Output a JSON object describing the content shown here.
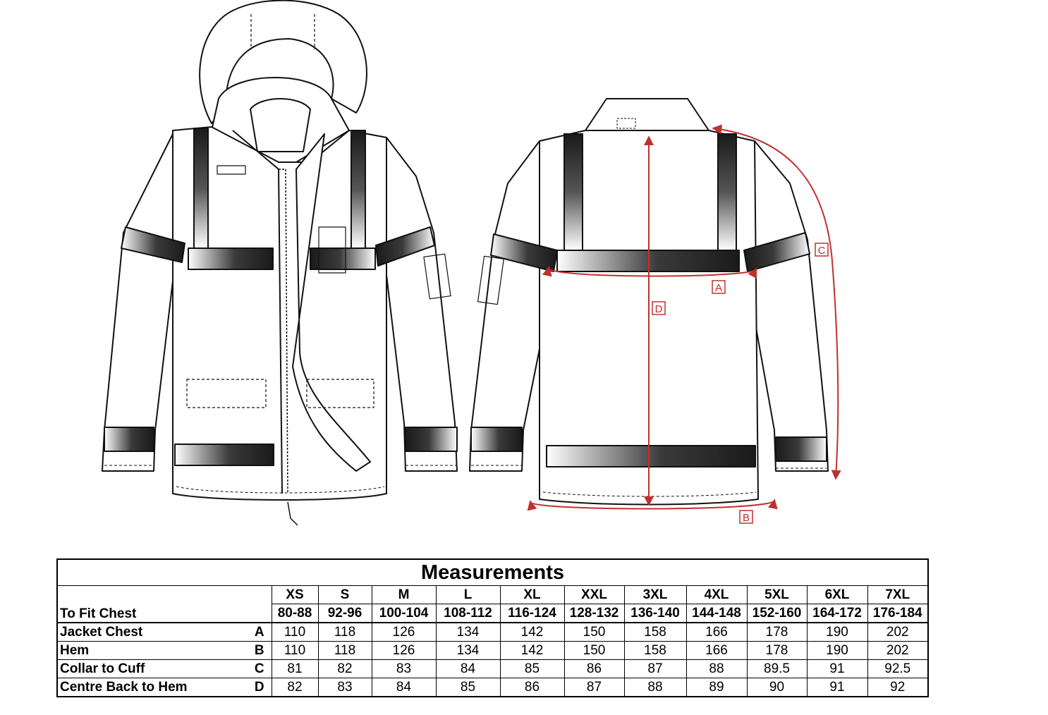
{
  "diagram": {
    "markers": [
      "A",
      "B",
      "C",
      "D"
    ],
    "accent_color": "#c0302e",
    "stripe_color": "#2a2a2a"
  },
  "table": {
    "title": "Measurements",
    "chest_label": "To Fit Chest",
    "sizes": [
      "XS",
      "S",
      "M",
      "L",
      "XL",
      "XXL",
      "3XL",
      "4XL",
      "5XL",
      "6XL",
      "7XL"
    ],
    "chest_ranges": [
      "80-88",
      "92-96",
      "100-104",
      "108-112",
      "116-124",
      "128-132",
      "136-140",
      "144-148",
      "152-160",
      "164-172",
      "176-184"
    ],
    "rows": [
      {
        "label": "Jacket Chest",
        "key": "A",
        "values": [
          "110",
          "118",
          "126",
          "134",
          "142",
          "150",
          "158",
          "166",
          "178",
          "190",
          "202"
        ]
      },
      {
        "label": "Hem",
        "key": "B",
        "values": [
          "110",
          "118",
          "126",
          "134",
          "142",
          "150",
          "158",
          "166",
          "178",
          "190",
          "202"
        ]
      },
      {
        "label": "Collar to Cuff",
        "key": "C",
        "values": [
          "81",
          "82",
          "83",
          "84",
          "85",
          "86",
          "87",
          "88",
          "89.5",
          "91",
          "92.5"
        ]
      },
      {
        "label": "Centre Back to Hem",
        "key": "D",
        "values": [
          "82",
          "83",
          "84",
          "85",
          "86",
          "87",
          "88",
          "89",
          "90",
          "91",
          "92"
        ]
      }
    ]
  }
}
